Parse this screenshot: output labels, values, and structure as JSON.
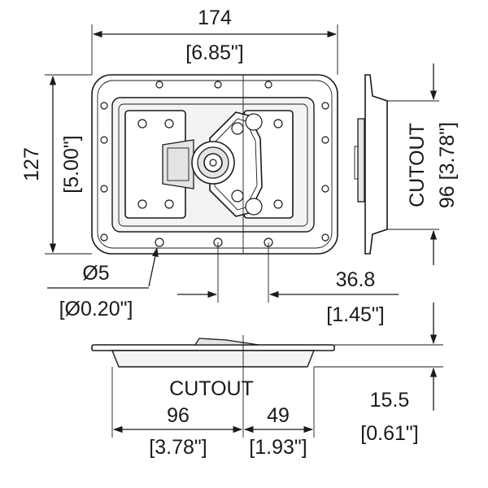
{
  "colors": {
    "ink": "#1a1a1a",
    "paper": "#ffffff",
    "shade": "#e4e4e4"
  },
  "dimensions": {
    "overall_width": {
      "value": "174",
      "inch": "[6.85\"]"
    },
    "overall_height": {
      "value": "127",
      "inch": "[5.00\"]"
    },
    "side_cutout": {
      "label": "CUTOUT",
      "value": "96 [3.78\"]"
    },
    "hole_diameter": {
      "value": "Ø5",
      "inch": "[Ø0.20\"]"
    },
    "hole_spacing": {
      "value": "36.8",
      "inch": "[1.45\"]"
    },
    "bottom_cutout": {
      "label": "CUTOUT"
    },
    "cutout_left": {
      "value": "96",
      "inch": "[3.78\"]"
    },
    "cutout_right": {
      "value": "49",
      "inch": "[1.93\"]"
    },
    "depth": {
      "value": "15.5",
      "inch": "[0.61\"]"
    }
  }
}
